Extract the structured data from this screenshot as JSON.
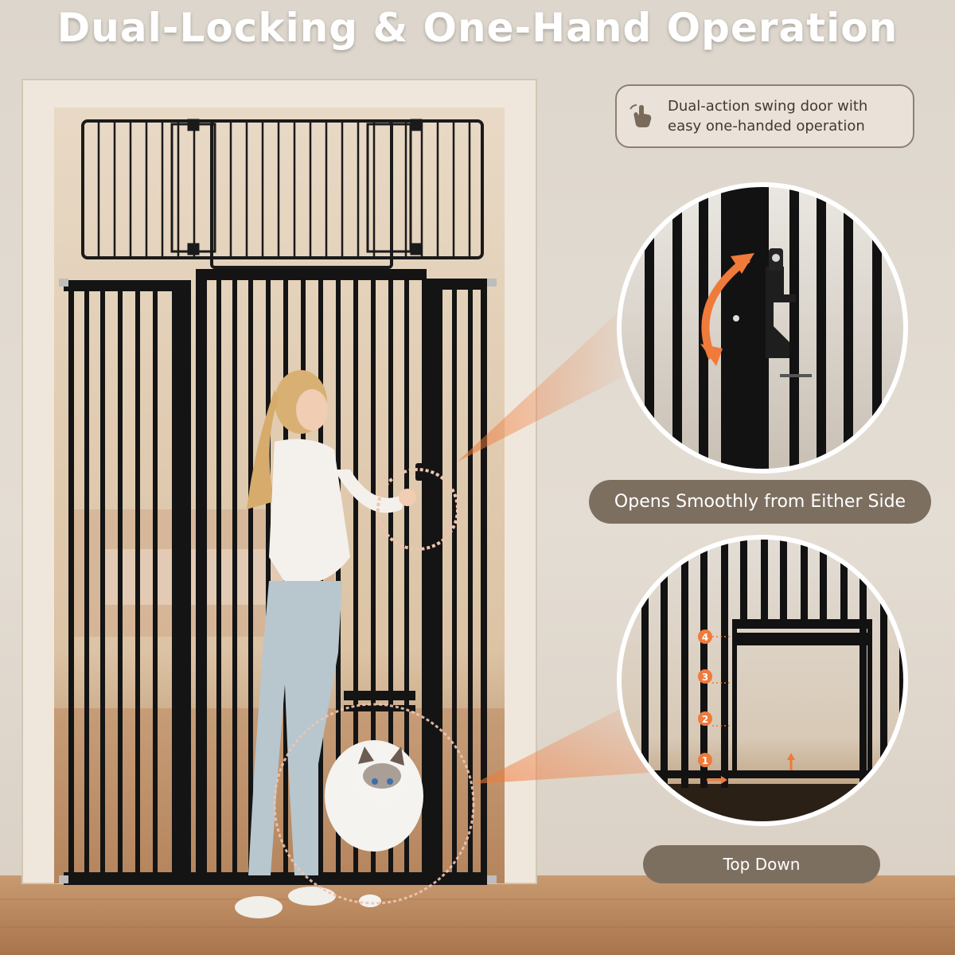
{
  "headline": "Dual-Locking & One-Hand Operation",
  "info_box": {
    "line1": "Dual-action swing door with",
    "line2": "easy one-handed operation",
    "icon": "hand-touch-icon"
  },
  "callouts": {
    "latch_label": "Opens Smoothly from Either Side",
    "cat_door_label": "Top Down"
  },
  "cat_door_steps": [
    "1",
    "2",
    "3",
    "4"
  ],
  "colors": {
    "accent": "#f07a3a",
    "pill": "#7d6f60",
    "gate": "#141414",
    "wall": "#ddd6cc",
    "floor": "#b9845a"
  }
}
